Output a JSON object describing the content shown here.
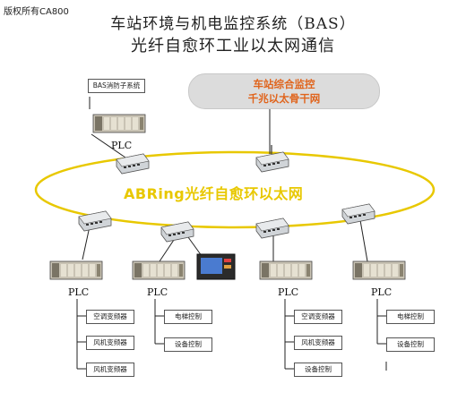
{
  "copyright": "版权所有CA800",
  "title_line1": "车站环境与机电监控系统（BAS）",
  "title_line2": "光纤自愈环工业以太网通信",
  "backbone": {
    "line1": "车站综合监控",
    "line2": "千兆以太骨干网"
  },
  "ring_label": "ABRing光纤自愈环以太网",
  "fire_box": "BAS消防子系统",
  "plc_label": "PLC",
  "columns": [
    {
      "boxes": [
        "空调变频器",
        "风机变频器",
        "风机变频器"
      ]
    },
    {
      "boxes": [
        "电梯控制",
        "设备控制"
      ]
    },
    {
      "boxes": [
        "空调变频器",
        "风机变频器",
        "设备控制"
      ]
    },
    {
      "boxes": [
        "电梯控制",
        "设备控制"
      ]
    }
  ],
  "colors": {
    "ring": "#e8c800",
    "backbone_text": "#e0641c",
    "backbone_fill": "#dcdcdc"
  }
}
